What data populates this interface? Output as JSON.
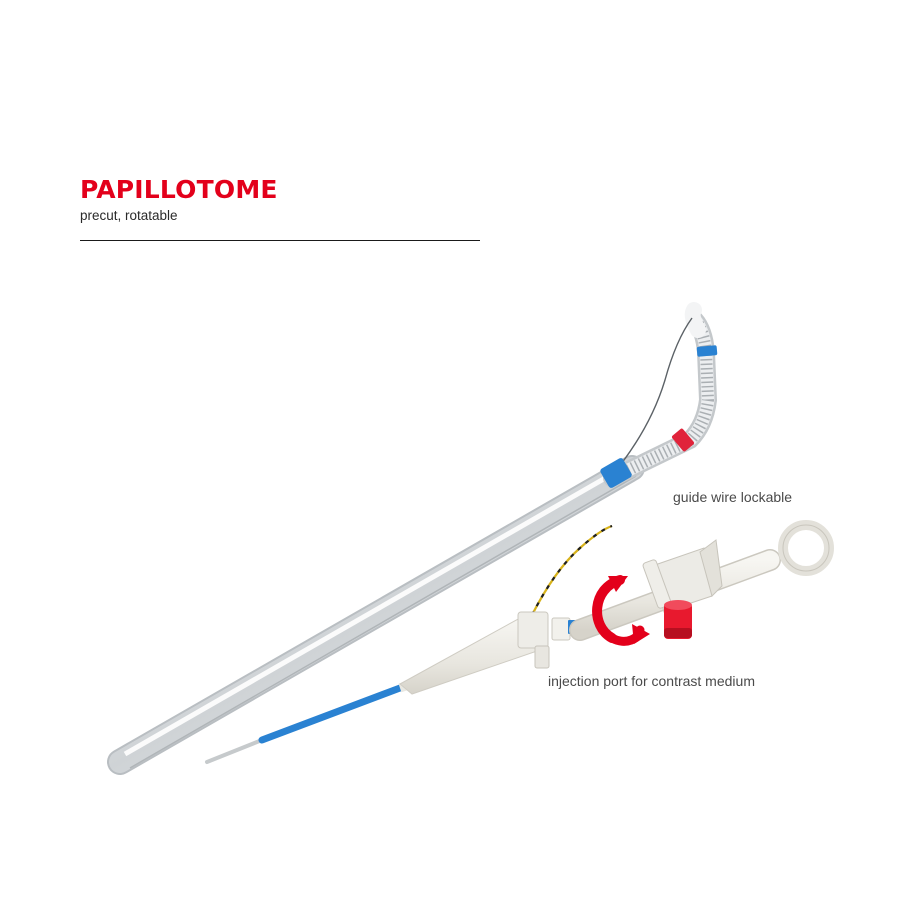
{
  "header": {
    "title": "PAPILLOTOME",
    "subtitle": "precut, rotatable"
  },
  "labels": {
    "guide_wire": "guide wire lockable",
    "injection_port": "injection port for contrast medium"
  },
  "colors": {
    "brand_red": "#e3001b",
    "marker_blue": "#2a82d2",
    "marker_red": "#e0233a",
    "handle_white": "#ecebe6",
    "port_red": "#e8192e"
  },
  "icons": [
    "rotation-arrow-icon"
  ]
}
